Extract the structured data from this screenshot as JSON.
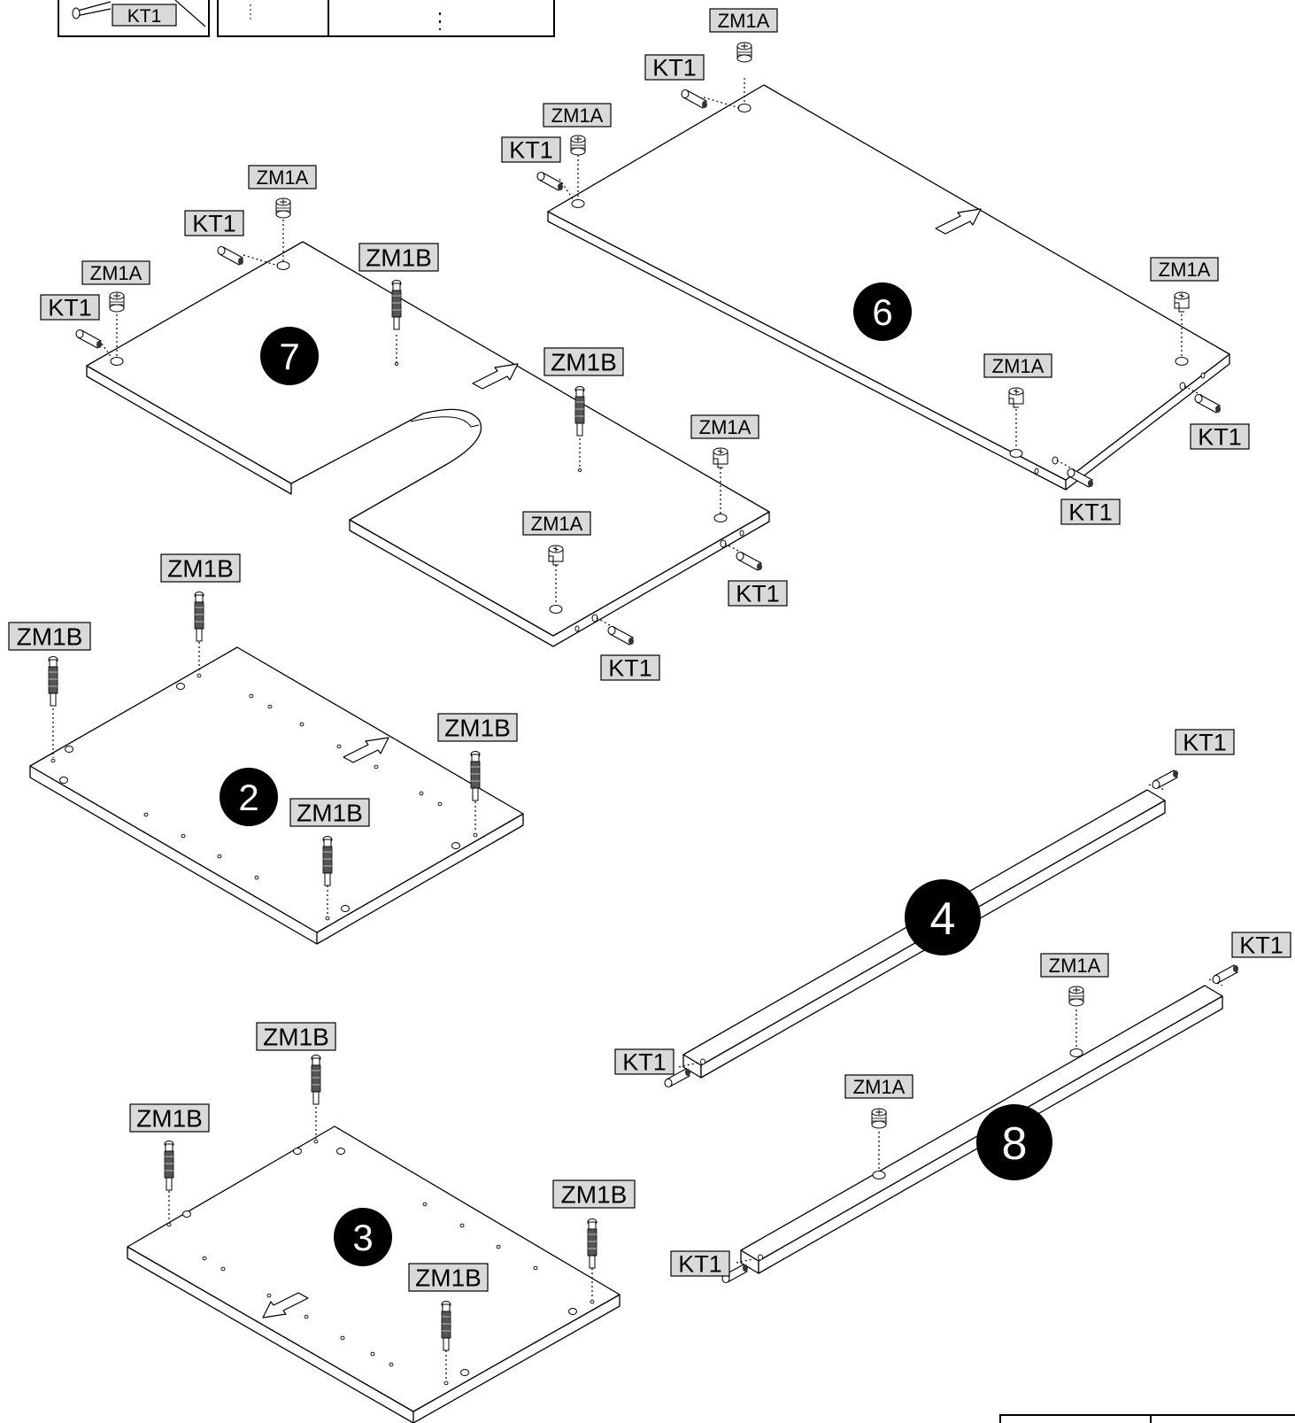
{
  "parts": [
    {
      "id": "panel-7",
      "number": "7"
    },
    {
      "id": "panel-6",
      "number": "6"
    },
    {
      "id": "panel-2",
      "number": "2"
    },
    {
      "id": "panel-3",
      "number": "3"
    },
    {
      "id": "rail-4",
      "number": "4"
    },
    {
      "id": "rail-8",
      "number": "8"
    }
  ],
  "hardware_codes": {
    "dowel": "KT1",
    "cam_lock": "ZM1A",
    "cam_bolt": "ZM1B"
  }
}
